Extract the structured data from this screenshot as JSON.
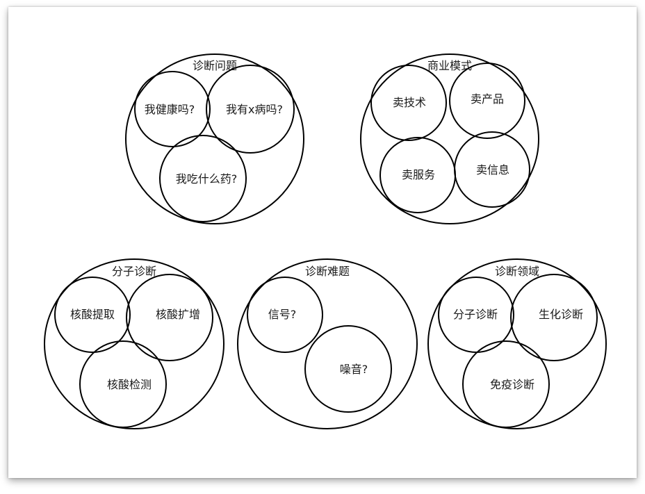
{
  "groups": [
    {
      "title": "诊断问题",
      "items": [
        "我健康吗?",
        "我有x病吗?",
        "我吃什么药?"
      ]
    },
    {
      "title": "商业模式",
      "items": [
        "卖技术",
        "卖产品",
        "卖服务",
        "卖信息"
      ]
    },
    {
      "title": "分子诊断",
      "items": [
        "核酸提取",
        "核酸扩增",
        "核酸检测"
      ]
    },
    {
      "title": "诊断难题",
      "items": [
        "信号?",
        "噪音?"
      ]
    },
    {
      "title": "诊断领域",
      "items": [
        "分子诊断",
        "生化诊断",
        "免疫诊断"
      ]
    }
  ]
}
